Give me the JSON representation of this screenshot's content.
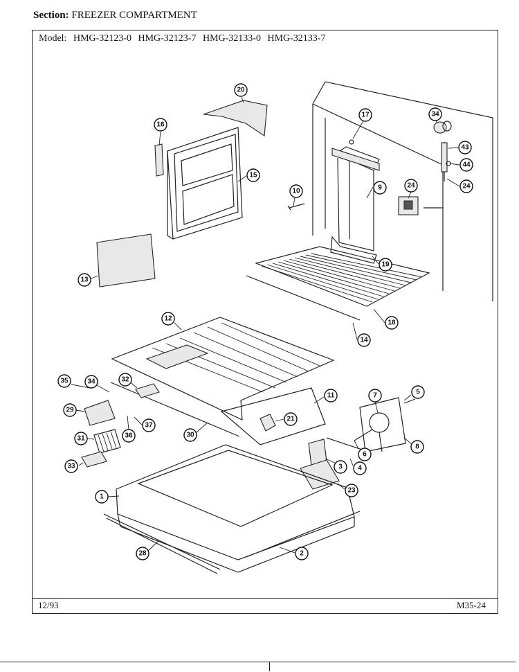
{
  "header": {
    "section_label": "Section:",
    "section_value": "FREEZER COMPARTMENT",
    "model_label": "Model:",
    "models": [
      "HMG-32123-0",
      "HMG-32123-7",
      "HMG-32133-0",
      "HMG-32133-7"
    ]
  },
  "footer": {
    "date": "12/93",
    "code": "M35-24"
  },
  "callouts": {
    "c20": "20",
    "c16": "16",
    "c15": "15",
    "c17": "17",
    "c34a": "34",
    "c43": "43",
    "c44": "44",
    "c24a": "24",
    "c10": "10",
    "c9": "9",
    "c24b": "24",
    "c13": "13",
    "c19": "19",
    "c18": "18",
    "c12": "12",
    "c14": "14",
    "c35": "35",
    "c34b": "34",
    "c32": "32",
    "c11": "11",
    "c7": "7",
    "c5": "5",
    "c29": "29",
    "c37": "37",
    "c21": "21",
    "c36": "36",
    "c30": "30",
    "c31": "31",
    "c8": "8",
    "c6": "6",
    "c33": "33",
    "c3": "3",
    "c4": "4",
    "c23": "23",
    "c1": "1",
    "c28": "28",
    "c2": "2"
  }
}
